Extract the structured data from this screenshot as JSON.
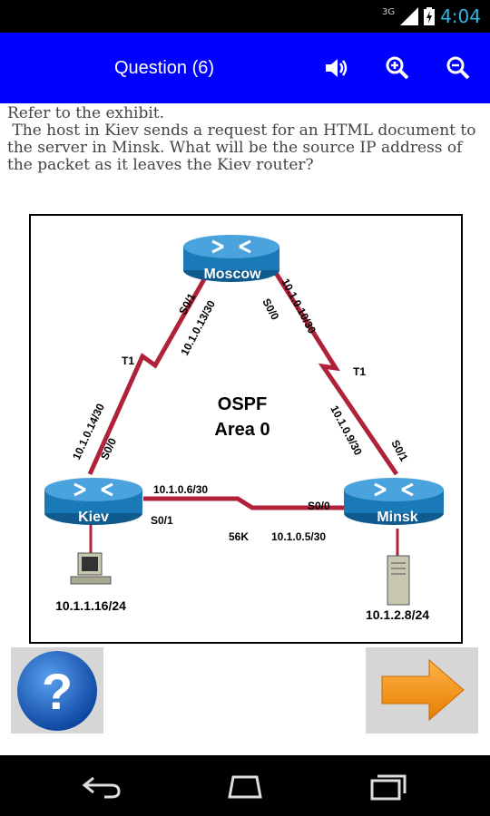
{
  "status_bar": {
    "network": "3G",
    "time": "4:04"
  },
  "action_bar": {
    "title": "Question (6)",
    "icons": [
      "speaker-icon",
      "zoom-in-icon",
      "zoom-out-icon"
    ]
  },
  "question": {
    "line1": "Refer to the exhibit.",
    "line2": " The host in Kiev sends a request for an HTML document to the server in Minsk. What will be the source IP address of the packet as it leaves the Kiev router?"
  },
  "exhibit": {
    "routers": {
      "moscow": "Moscow",
      "kiev": "Kiev",
      "minsk": "Minsk"
    },
    "center": {
      "line1": "OSPF",
      "line2": "Area 0"
    },
    "links": {
      "moscow_kiev_if_moscow": "S0/1",
      "moscow_kiev_ip_moscow": "10.1.0.13/30",
      "moscow_kiev_type": "T1",
      "moscow_kiev_ip_kiev": "10.1.0.14/30",
      "moscow_kiev_if_kiev": "S0/0",
      "moscow_minsk_ip_moscow": "10.1.0.10/30",
      "moscow_minsk_if_moscow": "S0/0",
      "moscow_minsk_type": "T1",
      "moscow_minsk_ip_minsk": "10.1.0.9/30",
      "moscow_minsk_if_minsk": "S0/1",
      "kiev_minsk_ip_kiev": "10.1.0.6/30",
      "kiev_minsk_if_kiev": "S0/1",
      "kiev_minsk_type": "56K",
      "kiev_minsk_ip_minsk": "10.1.0.5/30",
      "kiev_minsk_if_minsk": "S0/0"
    },
    "host": {
      "ip": "10.1.1.16/24"
    },
    "server": {
      "ip": "10.1.2.8/24"
    }
  },
  "buttons": {
    "help": "help-question-icon",
    "next": "next-arrow-icon"
  },
  "colors": {
    "action_bar": "#0000ff",
    "link": "#b0223a",
    "router": "#1a7ab8",
    "next_arrow": "#f7941d",
    "help": "#1565c0"
  }
}
